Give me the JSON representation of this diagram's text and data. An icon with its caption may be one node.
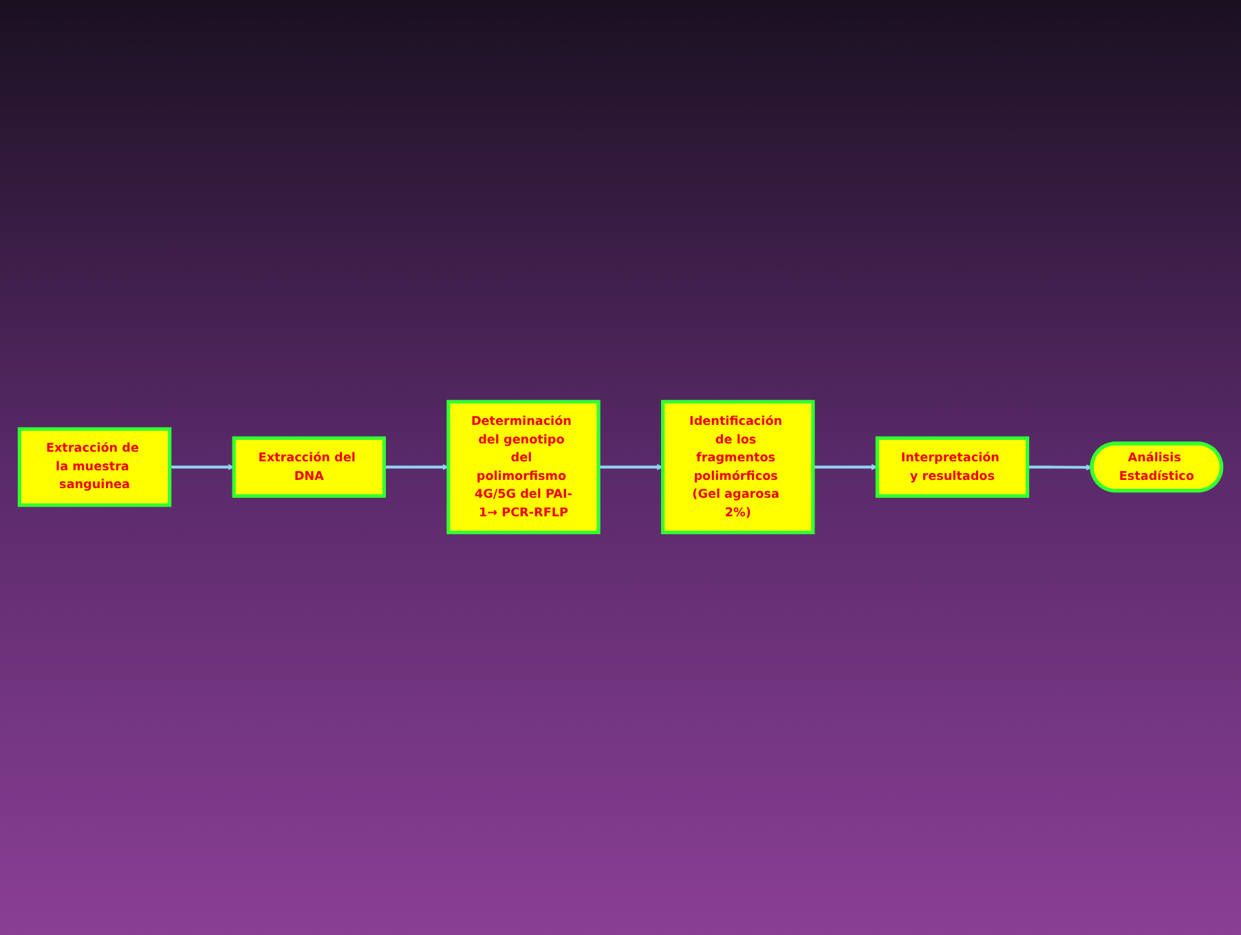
{
  "diagram": {
    "nodes": [
      {
        "text": [
          "Extracción de la muestra sanguinea"
        ]
      },
      {
        "text": [
          "Extracción del DNA"
        ]
      },
      {
        "text": [
          "Determinación del genotipo del polimorfismo 4G/5G del PAI-1→ PCR-RFLP"
        ]
      },
      {
        "text": [
          "Identificación de los fragmentos polimórficos (Gel agarosa 2%)"
        ]
      },
      {
        "text": [
          "Interpretación y resultados"
        ]
      },
      {
        "text": [
          "Análisis Estadístico"
        ]
      }
    ],
    "edges": [
      {
        "from": 0,
        "to": 1,
        "arrow": "to"
      },
      {
        "from": 1,
        "to": 2,
        "arrow": "to"
      },
      {
        "from": 2,
        "to": 3,
        "arrow": "to"
      },
      {
        "from": 3,
        "to": 4,
        "arrow": "to"
      },
      {
        "from": 4,
        "to": 5,
        "arrow": "to"
      }
    ]
  }
}
